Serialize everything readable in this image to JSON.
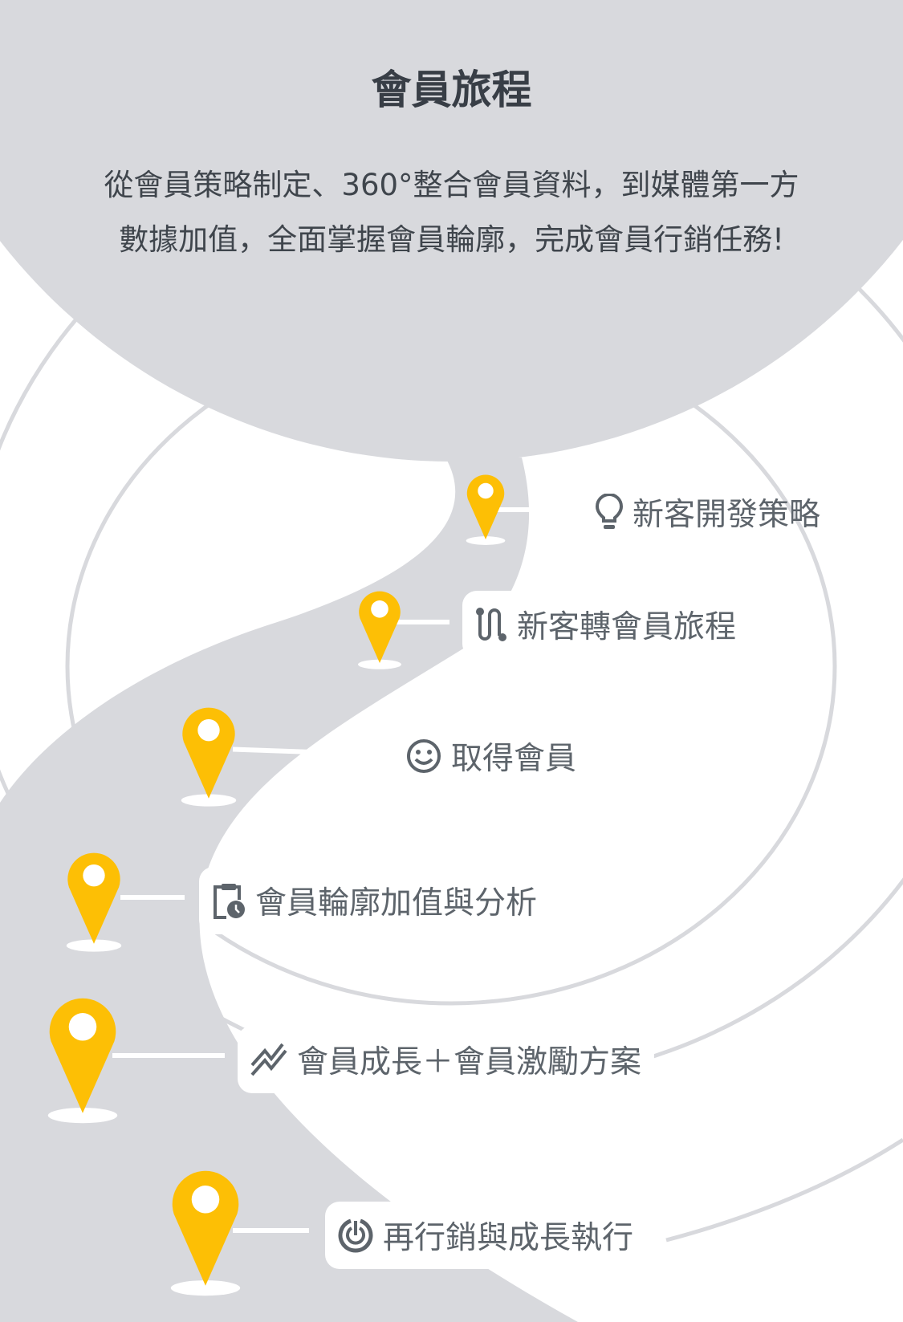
{
  "header": {
    "title": "會員旅程",
    "subtitle_line1": "從會員策略制定、360°整合會員資料，到媒體第一方",
    "subtitle_line2": "數據加值，全面掌握會員輪廓，完成會員行銷任務!"
  },
  "steps": [
    {
      "label": "新客開發策略",
      "icon": "lightbulb-icon"
    },
    {
      "label": "新客轉會員旅程",
      "icon": "route-icon"
    },
    {
      "label": "取得會員",
      "icon": "smiley-icon"
    },
    {
      "label": "會員輪廓加值與分析",
      "icon": "clipboard-clock-icon"
    },
    {
      "label": "會員成長＋會員激勵方案",
      "icon": "trending-icon"
    },
    {
      "label": "再行銷與成長執行",
      "icon": "target-icon"
    }
  ],
  "colors": {
    "gray": "#d8d9dd",
    "pin": "#fdbf05",
    "text": "#5d646b"
  }
}
